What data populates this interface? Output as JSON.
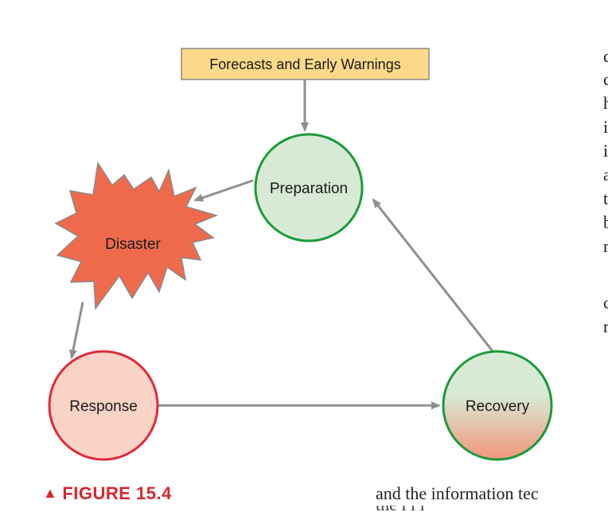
{
  "diagram": {
    "forecast_label": "Forecasts and Early Warnings",
    "nodes": {
      "preparation": "Preparation",
      "disaster": "Disaster",
      "response": "Response",
      "recovery": "Recovery"
    },
    "colors": {
      "forecast_fill": "#fcd98a",
      "forecast_border": "#8a8a8a",
      "preparation_fill": "#d8ead5",
      "green_border": "#1c9a3c",
      "disaster_fill": "#ef6a4d",
      "disaster_border": "#8a8a8a",
      "response_fill": "#f9d3c5",
      "response_border": "#e2293a",
      "recovery_top": "#d8ead5",
      "recovery_bottom": "#f2967a",
      "arrow": "#8f8f8f"
    }
  },
  "caption": {
    "marker": "▲",
    "label": "FIGURE 15.4"
  },
  "body_text": {
    "side_letters": [
      "c",
      "c",
      "h",
      "i",
      "i",
      "a",
      "t",
      "b",
      "r",
      "c",
      "r"
    ],
    "bottom_line": "and the information tec",
    "bottom_cut_line": "the         i     l   i"
  }
}
